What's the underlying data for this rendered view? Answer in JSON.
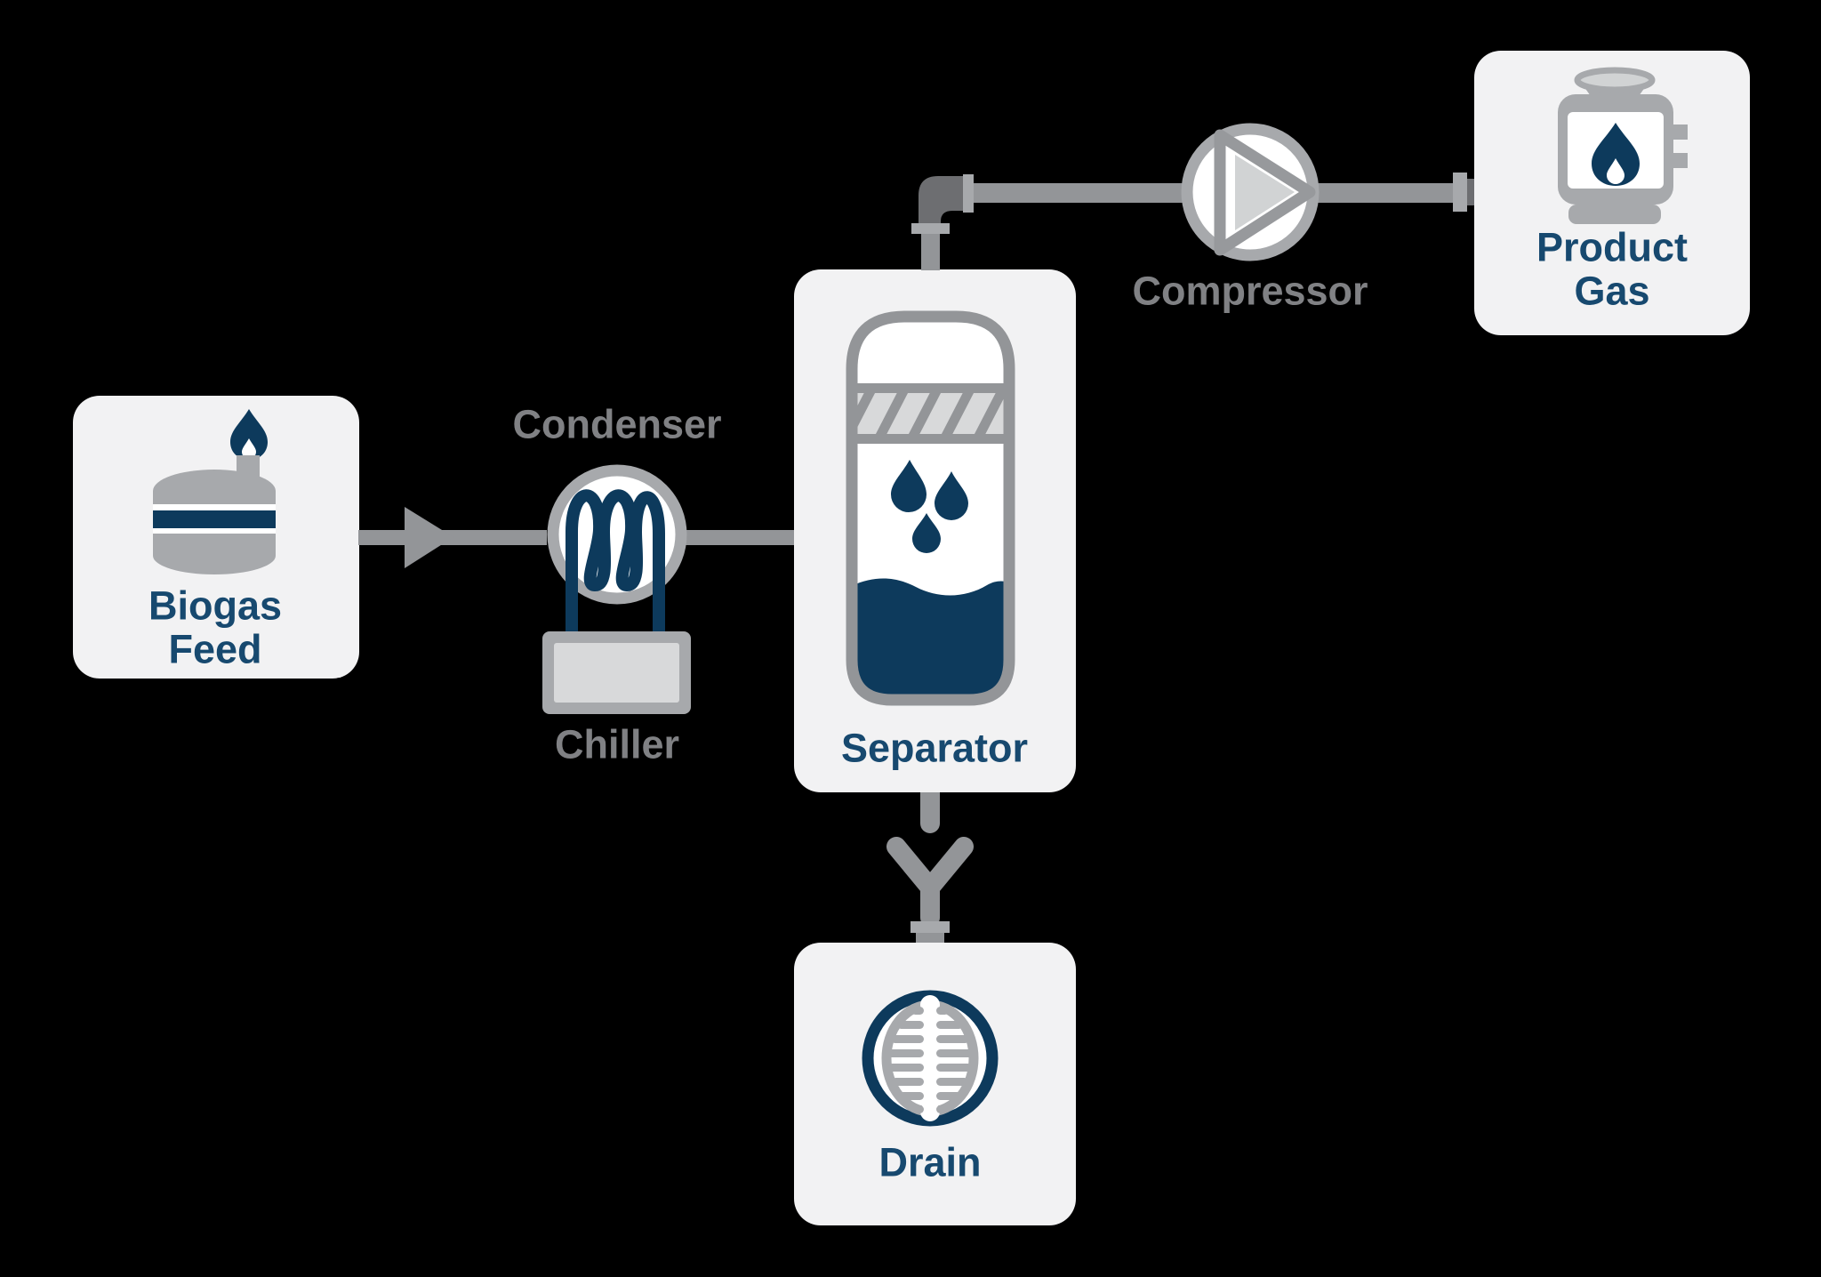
{
  "background": "#000000",
  "colors": {
    "card": "#f2f2f3",
    "pipe_gray": "#939598",
    "fitting_light_gray": "#a7a9ac",
    "fitting_dark_gray": "#6d6e71",
    "icon_navy": "#0d3a5c",
    "label_navy": "#17496f",
    "label_gray": "#808184",
    "light_fill": "#d1d3d4",
    "hatch_fill": "#d8d9da"
  },
  "labels": {
    "biogas_feed": "Biogas\nFeed",
    "condenser": "Condenser",
    "chiller": "Chiller",
    "separator": "Separator",
    "compressor": "Compressor",
    "product_gas": "Product\nGas",
    "drain": "Drain"
  },
  "icons": {
    "biogas_feed": "gas-holder-flame-icon",
    "condenser": "cooling-coil-icon",
    "chiller": "chiller-block-icon",
    "separator": "separator-vessel-icon",
    "compressor": "centrifugal-compressor-icon",
    "product_gas": "gas-tank-flame-icon",
    "drain": "drain-grate-icon",
    "feed_flow": "arrow-right-icon",
    "top_outlet": "elbow-fitting-icon",
    "bottom_outlet": "y-strainer-icon"
  }
}
